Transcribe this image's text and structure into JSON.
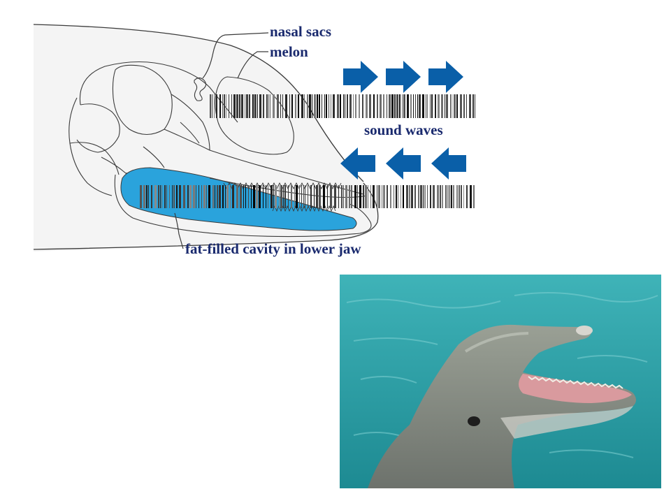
{
  "diagram": {
    "labels": {
      "nasal_sacs": "nasal sacs",
      "melon": "melon",
      "sound_waves": "sound waves",
      "fat_cavity": "fat-filled cavity in lower jaw"
    },
    "colors": {
      "label_text": "#1a2a6e",
      "arrow": "#0a5fa8",
      "fat_cavity": "#2aa3dc",
      "outline": "#3a3a3a",
      "body_shading": "#f2f2f2"
    },
    "icons": {
      "outgoing": "arrow-right-icon",
      "incoming": "arrow-left-icon"
    }
  },
  "photo": {
    "subject": "dolphin",
    "colors": {
      "water": "#2a9aa2",
      "skin": "#8a8f86",
      "mouth": "#d99a9e"
    }
  }
}
